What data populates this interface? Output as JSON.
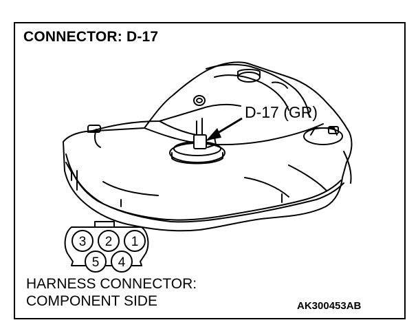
{
  "title": "CONNECTOR: D-17",
  "callout": "D-17 (GR)",
  "harness_lines": [
    "HARNESS CONNECTOR:",
    "COMPONENT SIDE"
  ],
  "figure_code": "AK300453AB",
  "connector_pins": {
    "top_row": [
      "3",
      "2",
      "1"
    ],
    "bottom_row": [
      "5",
      "4"
    ]
  },
  "colors": {
    "line": "#000000",
    "background": "#ffffff"
  }
}
